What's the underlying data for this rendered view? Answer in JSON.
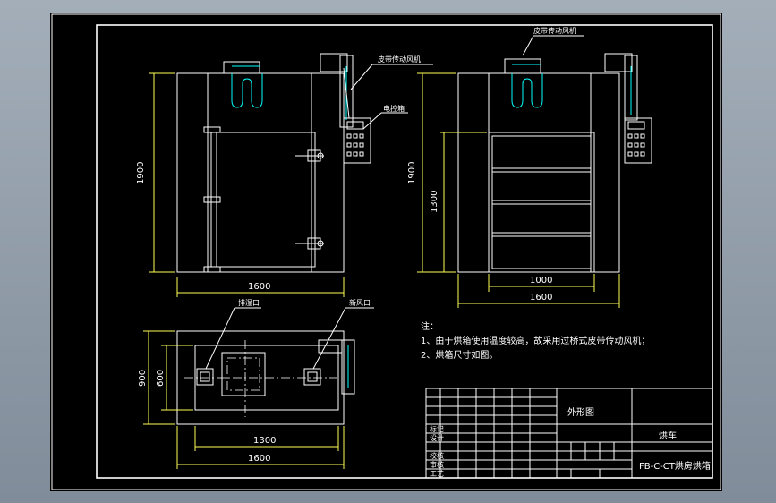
{
  "drawing": {
    "front_view": {
      "height_dim": "1900",
      "width_dim": "1600",
      "label_fan": "皮带传动风机",
      "label_panel": "电控箱"
    },
    "side_view": {
      "height_dim": "1900",
      "inner_height_dim": "1300",
      "inner_width_dim": "1000",
      "width_dim": "1600",
      "label_fan": "皮带传动风机"
    },
    "top_view": {
      "depth_dim": "900",
      "inner_depth_dim": "600",
      "inner_width_dim": "1300",
      "width_dim": "1600",
      "label_exhaust": "排湿口",
      "label_intake": "新风口"
    },
    "notes": {
      "heading": "注：",
      "line1": "1、由于烘箱使用温度较高，故采用过桥式皮带传动风机；",
      "line2": "2、烘箱尺寸如图。"
    },
    "title_block": {
      "view_name": "外形图",
      "part_name": "烘车",
      "drawing_no": "FB-C-CT烘房烘箱",
      "row_labels": [
        "标记",
        "设计",
        "校核",
        "审核",
        "工艺"
      ]
    }
  },
  "colors": {
    "background": "#000000",
    "lines": "#ffffff",
    "dimension": "#ffff55",
    "heater": "#00ffff"
  }
}
